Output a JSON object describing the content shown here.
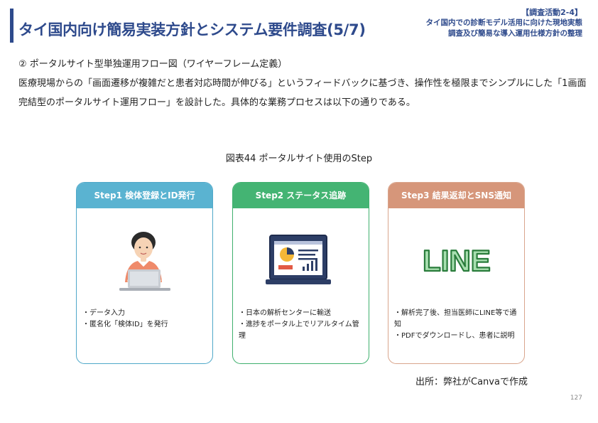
{
  "header": {
    "title": "タイ国内向け簡易実装方針とシステム要件調査(5/7)",
    "activity_tag": "【調査活動2-4】",
    "activity_line1": "タイ国内での診断モデル活用に向けた現地実態",
    "activity_line2": "調査及び簡易な導入運用仕様方針の整理",
    "accent_color": "#2e4a8c"
  },
  "subtitle": "② ポータルサイト型単独運用フロー図（ワイヤーフレーム定義）",
  "body": "医療現場からの「画面遷移が複雑だと患者対応時間が伸びる」というフィードバックに基づき、操作性を極限までシンプルにした「1画面完結型のポータルサイト運用フロー」を設計した。具体的な業務プロセスは以下の通りである。",
  "figure": {
    "caption": "図表44 ポータルサイト使用のStep",
    "steps": [
      {
        "title": "Step1 検体登録とID発行",
        "icon": "person-laptop-icon",
        "color": "#5ab3d1",
        "items": [
          "・データ入力",
          "・匿名化「検体ID」を発行"
        ]
      },
      {
        "title": "Step2 ステータス追跡",
        "icon": "monitor-dashboard-icon",
        "color": "#44b473",
        "items": [
          "・日本の解析センターに輸送",
          "・進捗をポータル上でリアルタイム管理"
        ]
      },
      {
        "title": "Step3 結果返却とSNS通知",
        "icon": "line-logo-icon",
        "color": "#d6967a",
        "logo_text": "LINE",
        "items": [
          "・解析完了後、担当医師にLINE等で通知",
          "・PDFでダウンロードし、患者に説明"
        ]
      }
    ]
  },
  "source": "出所：弊社がCanvaで作成",
  "page_number": "127"
}
